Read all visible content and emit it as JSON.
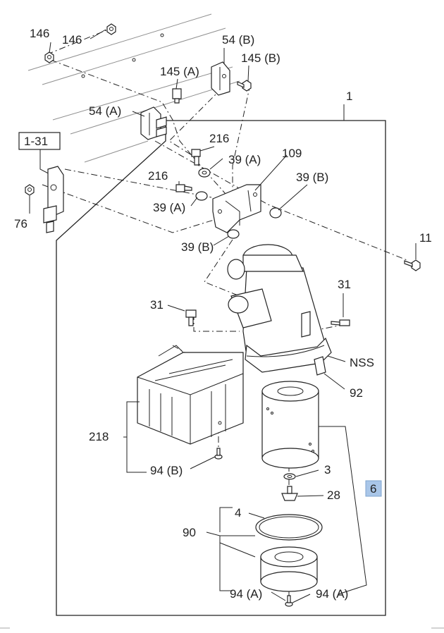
{
  "diagram": {
    "labels": {
      "l146a": "146",
      "l146b": "146",
      "l54b": "54 (B)",
      "l145b": "145 (B)",
      "l145a": "145 (A)",
      "l54a": "54 (A)",
      "l1": "1",
      "l131": "1-31",
      "l76": "76",
      "l216a": "216",
      "l39a1": "39 (A)",
      "l109": "109",
      "l216b": "216",
      "l39b1": "39 (B)",
      "l39a2": "39 (A)",
      "l11": "11",
      "l39b2": "39 (B)",
      "l31a": "31",
      "l31b": "31",
      "lnss": "NSS",
      "l92": "92",
      "l218": "218",
      "l94b": "94 (B)",
      "l3": "3",
      "l6": "6",
      "l28": "28",
      "l4": "4",
      "l90": "90",
      "l94a1": "94 (A)",
      "l94a2": "94 (A)"
    },
    "highlight_color": "#a9c6e8"
  }
}
